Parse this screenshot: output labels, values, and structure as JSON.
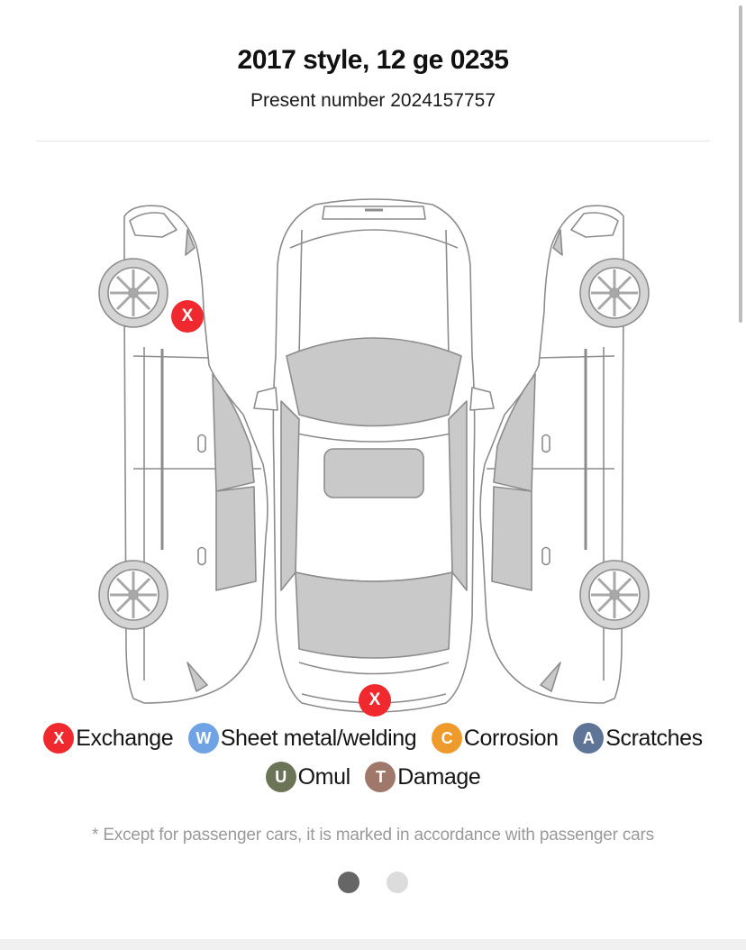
{
  "header": {
    "title": "2017 style, 12 ge 0235",
    "subtitle": "Present number 2024157757"
  },
  "markers": [
    {
      "letter": "X",
      "type": "Exchange",
      "location": "left-side-front-fender"
    },
    {
      "letter": "X",
      "type": "Exchange",
      "location": "rear-bumper"
    }
  ],
  "legend": {
    "row1": [
      {
        "letter": "X",
        "label": "Exchange",
        "color": "#f0292e"
      },
      {
        "letter": "W",
        "label": "Sheet metal/welding",
        "color": "#6fa3e6"
      },
      {
        "letter": "C",
        "label": "Corrosion",
        "color": "#ee9a2d"
      },
      {
        "letter": "A",
        "label": "Scratches",
        "color": "#5f7597"
      }
    ],
    "row2": [
      {
        "letter": "U",
        "label": "Omul",
        "color": "#6c7457"
      },
      {
        "letter": "T",
        "label": "Damage",
        "color": "#a0786b"
      }
    ]
  },
  "footnote": "* Except for passenger cars, it is marked in accordance with passenger cars",
  "pager": {
    "current": 1,
    "total": 2
  },
  "colors": {
    "panel_fill": "#c9c9c9",
    "outline": "#8c8c8c",
    "marker": "#f0292e"
  }
}
